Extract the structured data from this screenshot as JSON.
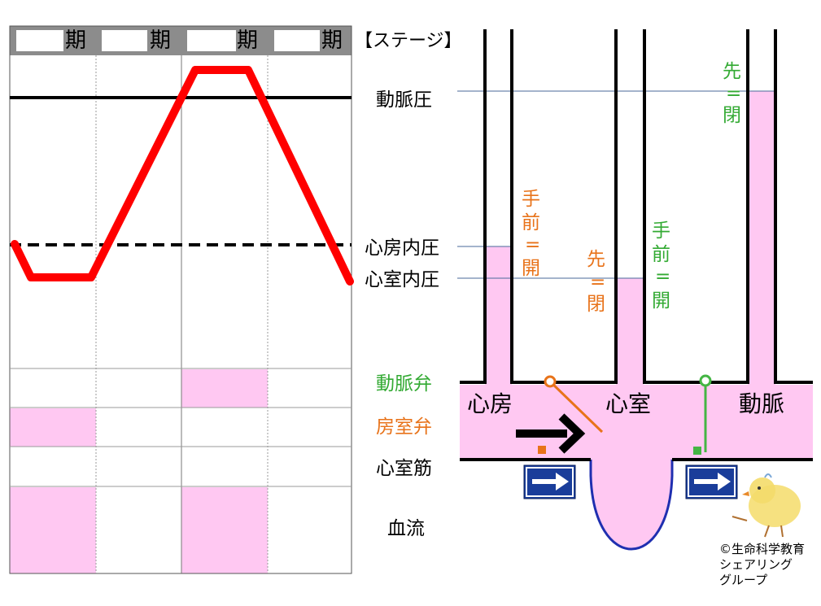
{
  "table": {
    "phase_suffix": "期",
    "phases": [
      "",
      "",
      "",
      ""
    ],
    "stage_header": "【ステージ】",
    "row_labels": [
      "動脈弁",
      "房室弁",
      "心室筋",
      "血流"
    ],
    "row_label_colors": [
      "#33aa33",
      "#e8731a",
      "#000000",
      "#000000"
    ],
    "cell_fill_color": "#ffc8f2",
    "cells": [
      [
        false,
        false,
        true,
        false
      ],
      [
        true,
        false,
        false,
        false
      ],
      [
        false,
        false,
        false,
        false
      ],
      [
        true,
        false,
        true,
        false
      ]
    ]
  },
  "pressure_graph": {
    "line_color": "#ff0000",
    "labels": {
      "aortic": "動脈圧",
      "atrial": "心房内圧",
      "ventricular": "心室内圧"
    }
  },
  "heart_diagram": {
    "fill_color": "#ffc8f2",
    "chambers": {
      "atrium": "心房",
      "ventricle": "心室",
      "artery": "動脈"
    },
    "av_valve_note": {
      "left": [
        "手",
        "前",
        "=",
        "開"
      ],
      "right": [
        "先",
        "=",
        "閉"
      ],
      "color": "#e8731a"
    },
    "arterial_valve_note": {
      "left": [
        "手",
        "前",
        "=",
        "開"
      ],
      "top": [
        "先",
        "=",
        "閉"
      ],
      "color": "#33aa33"
    }
  },
  "credit": [
    "©生命科学教育",
    "シェアリング",
    "グループ"
  ]
}
